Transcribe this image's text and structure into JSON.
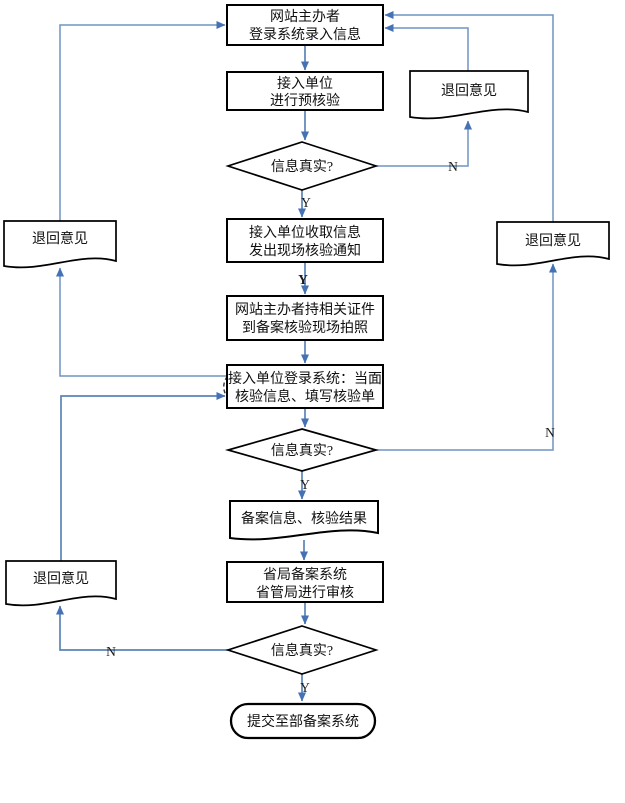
{
  "diagram": {
    "type": "flowchart",
    "nodes": {
      "b1": {
        "shape": "process",
        "line1": "网站主办者",
        "line2": "登录系统录入信息"
      },
      "b2": {
        "shape": "process",
        "line1": "接入单位",
        "line2": "进行预核验"
      },
      "d1": {
        "shape": "decision",
        "label": "信息真实?"
      },
      "b3": {
        "shape": "process",
        "line1": "接入单位收取信息",
        "line2": "发出现场核验通知"
      },
      "b4": {
        "shape": "process",
        "line1": "网站主办者持相关证件",
        "line2": "到备案核验现场拍照"
      },
      "b5": {
        "shape": "process",
        "line1": "接入单位登录系统：当面",
        "line2": "核验信息、填写核验单"
      },
      "d2": {
        "shape": "decision",
        "label": "信息真实?"
      },
      "doc3": {
        "shape": "document",
        "label": "备案信息、核验结果"
      },
      "b6": {
        "shape": "process",
        "line1": "省局备案系统",
        "line2": "省管局进行审核"
      },
      "d3": {
        "shape": "decision",
        "label": "信息真实?"
      },
      "term": {
        "shape": "terminator",
        "label": "提交至部备案系统"
      },
      "docL1": {
        "shape": "document",
        "label": "退回意见"
      },
      "docL2": {
        "shape": "document",
        "label": "退回意见"
      },
      "docR1": {
        "shape": "document",
        "label": "退回意见"
      },
      "docR2": {
        "shape": "document",
        "label": "退回意见"
      }
    },
    "branch_labels": {
      "d1_yes": "Y",
      "step_yes": "Y",
      "d2_yes": "Y",
      "d3_yes": "Y",
      "d1_no": "N",
      "d2_no": "N",
      "d3_no": "N"
    },
    "colors": {
      "connector": "#5b84b8",
      "arrowhead": "#4472b4",
      "shape_border": "#000000",
      "background": "#ffffff",
      "text": "#111111"
    }
  }
}
